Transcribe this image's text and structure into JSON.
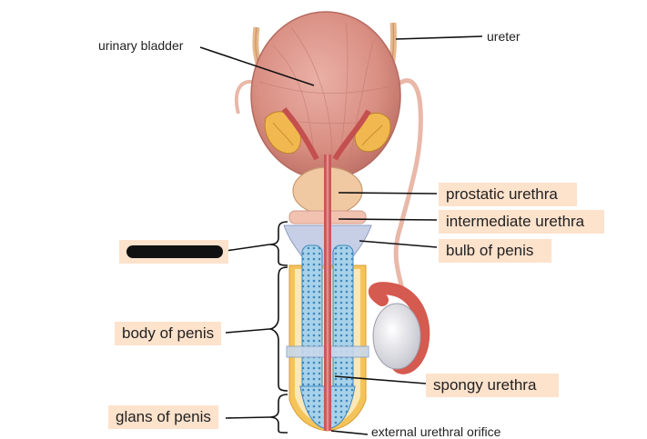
{
  "labels": {
    "urinary_bladder": "urinary bladder",
    "ureter": "ureter",
    "prostatic_urethra": "prostatic urethra",
    "intermediate_urethra": "intermediate urethra",
    "bulb_of_penis": "bulb of penis",
    "body_of_penis": "body of penis",
    "glans_of_penis": "glans of penis",
    "spongy_urethra": "spongy urethra",
    "external_urethral_orifice": "external urethral orifice"
  },
  "redacted_label": {
    "hidden": true
  },
  "colors": {
    "label_box": "#fde2cc",
    "bladder": "#d98e82",
    "urethra": "#c9575a",
    "erectile_tissue": "#8fc3e0",
    "fat": "#f4c45a",
    "testis": "#e8e8ee",
    "epididymis": "#d55a50",
    "redaction": "#111111"
  }
}
